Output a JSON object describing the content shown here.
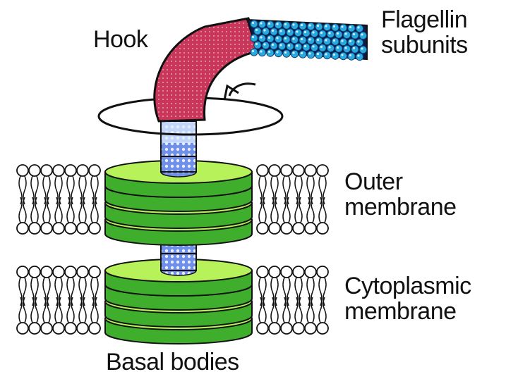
{
  "labels": {
    "hook": "Hook",
    "flagellin_line1": "Flagellin",
    "flagellin_line2": "subunits",
    "outer_line1": "Outer",
    "outer_line2": "membrane",
    "cyto_line1": "Cytoplasmic",
    "cyto_line2": "membrane",
    "basal": "Basal bodies"
  },
  "colors": {
    "hook": "#c8365a",
    "flagellin": "#2aa8e0",
    "rod": "#6f8fe8",
    "ring_light": "#b7f25a",
    "ring_dark": "#3fae2c",
    "outline": "#111111"
  }
}
